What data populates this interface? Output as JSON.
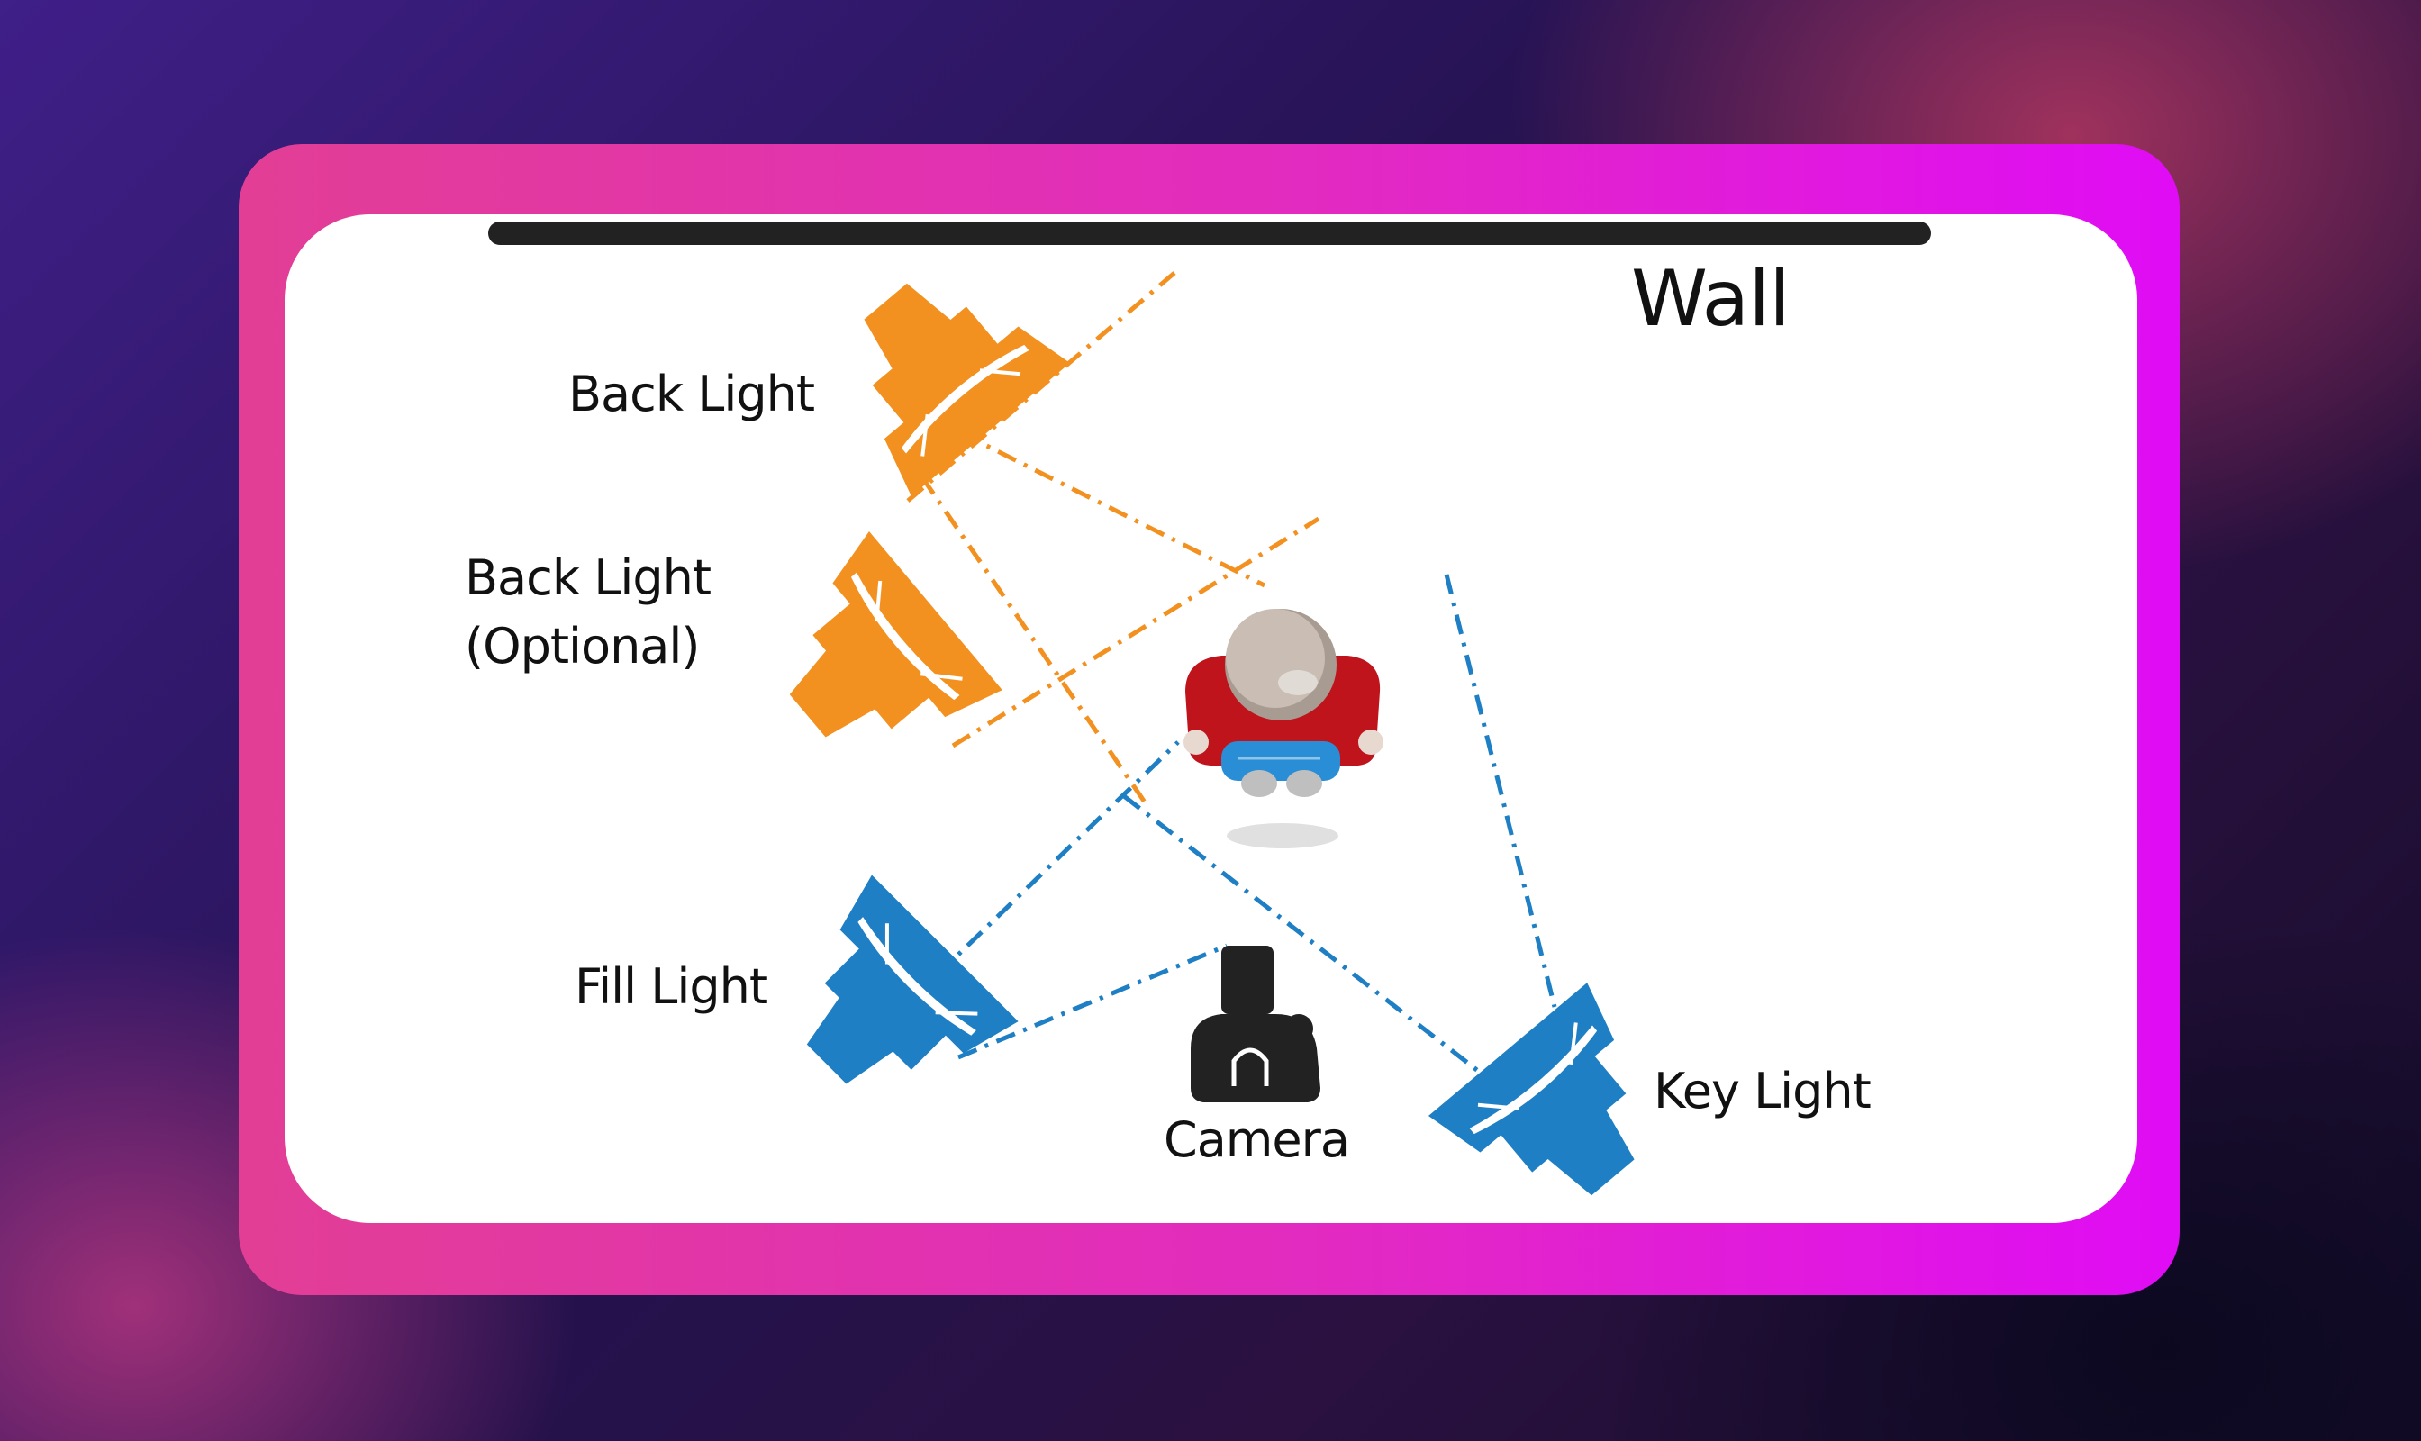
{
  "diagram": {
    "wall_label": "Wall",
    "lights": [
      {
        "label": "Back Light",
        "color": "#f39120"
      },
      {
        "label": "Back Light\n(Optional)",
        "color": "#f39120"
      },
      {
        "label": "Fill Light",
        "color": "#1e7fc4"
      },
      {
        "label": "Key Light",
        "color": "#1e7fc4"
      }
    ],
    "camera_label": "Camera",
    "colors": {
      "warm_light": "#f39120",
      "cool_light": "#1e7fc4",
      "wall": "#222222",
      "subject_shirt": "#c0141c",
      "frame_gradient_start": "#e23e95",
      "frame_gradient_end": "#e00cf5"
    }
  }
}
